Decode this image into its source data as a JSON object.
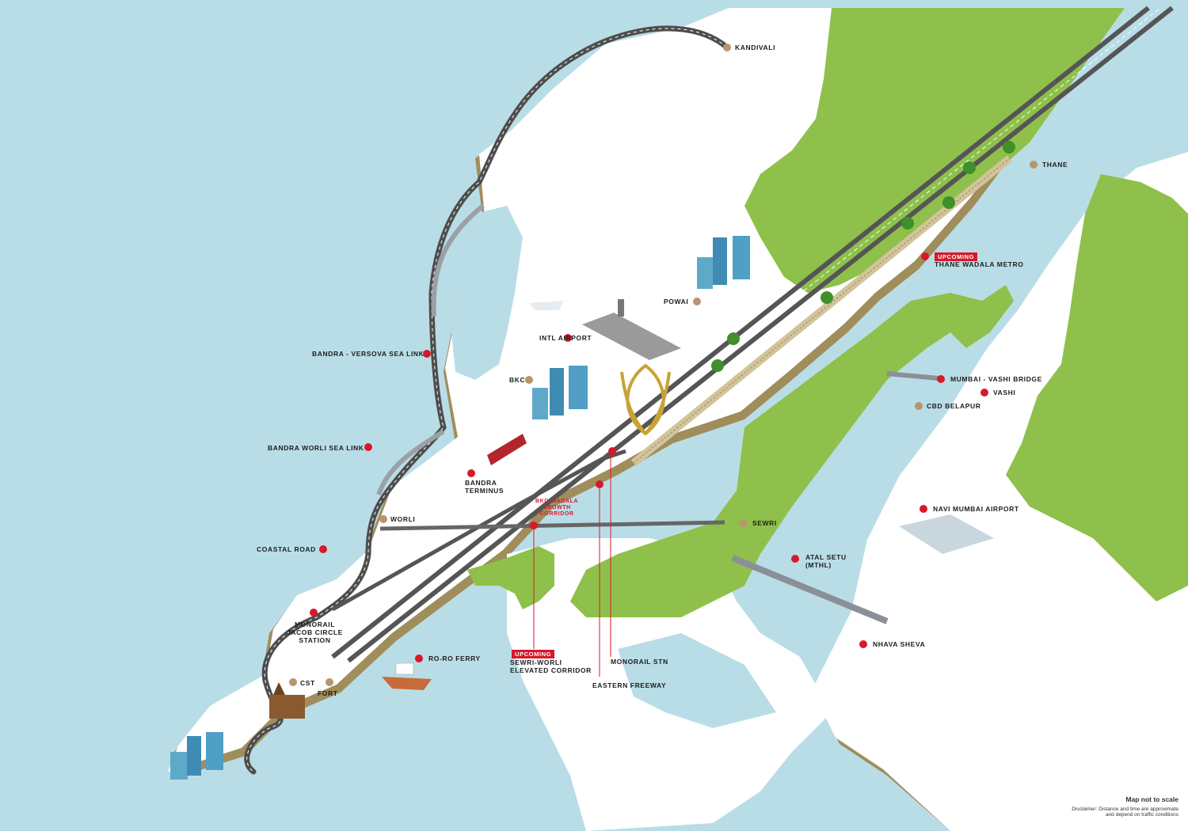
{
  "colors": {
    "water": "#b9dde6",
    "land": "#ffffff",
    "green": "#8fc04b",
    "edge": "#9b8a5a",
    "red_marker": "#d7192b",
    "tan_marker": "#b8956e",
    "road": "#4d4d4d",
    "gold": "#c8a235"
  },
  "labels": {
    "kandivali": "KANDIVALI",
    "thane": "THANE",
    "upcoming_metro": "UPCOMING",
    "thane_wadala_metro": "THANE WADALA METRO",
    "powai": "POWAI",
    "intl_airport": "INTL AIRPORT",
    "bandra_versova": "BANDRA - VERSOVA SEA LINK",
    "bkc": "BKC",
    "mumbai_vashi_bridge": "MUMBAI - VASHI BRIDGE",
    "vashi": "VASHI",
    "cbd_belapur": "CBD BELAPUR",
    "bandra_worli": "BANDRA WORLI SEA LINK",
    "bandra_terminus_1": "BANDRA",
    "bandra_terminus_2": "TERMINUS",
    "bkc_wadala_1": "BKC-WADALA",
    "bkc_wadala_2": "GROWTH",
    "bkc_wadala_3": "CORRIDOR",
    "worli": "WORLI",
    "sewri": "SEWRI",
    "navi_mumbai_airport": "NAVI MUMBAI AIRPORT",
    "coastal_road": "COASTAL ROAD",
    "atal_setu_1": "ATAL SETU",
    "atal_setu_2": "(MTHL)",
    "monorail_jacob_1": "MONORAIL",
    "monorail_jacob_2": "JACOB CIRCLE",
    "monorail_jacob_3": "STATION",
    "nhava_sheva": "NHAVA SHEVA",
    "ro_ro_ferry": "RO-RO FERRY",
    "upcoming_sewri": "UPCOMING",
    "sewri_worli_1": "SEWRI-WORLI",
    "sewri_worli_2": "ELEVATED CORRIDOR",
    "monorail_stn": "MONORAIL STN",
    "cst": "CST",
    "fort": "FORT",
    "eastern_freeway": "EASTERN FREEWAY"
  },
  "footer": {
    "scale_note": "Map not to scale",
    "disclaimer_1": "Disclaimer: Distance and time are approximate",
    "disclaimer_2": "and depend on traffic conditions"
  },
  "icons": [
    "airplane-icon",
    "building-cluster-icon",
    "train-icon",
    "ship-icon",
    "tree-icon",
    "lotus-logo-icon",
    "church-icon",
    "bridge-icon"
  ]
}
